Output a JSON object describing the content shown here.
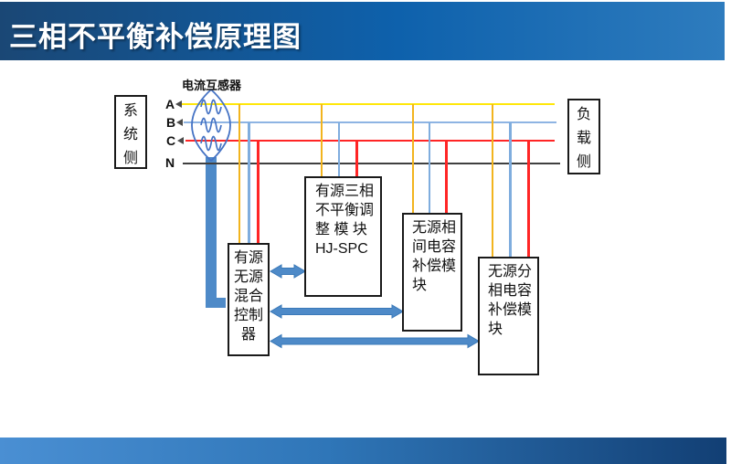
{
  "title": "三相不平衡补偿原理图",
  "diagram": {
    "transformer_label": "电流互感器",
    "system_side_label": "系\n统\n侧",
    "load_side_label": "负\n载\n侧",
    "phases": [
      {
        "label": "A",
        "color": "#FFE70A"
      },
      {
        "label": "B",
        "color": "#8EB4E3"
      },
      {
        "label": "C",
        "color": "#FF2525"
      },
      {
        "label": "N",
        "color": "#404040"
      }
    ],
    "modules": [
      {
        "id": "hybrid-controller",
        "label": "有源\n无源\n混合\n控制\n器"
      },
      {
        "id": "three-phase-adjust",
        "label": "有源三相\n不平衡调\n整 模 块\nHJ-SPC"
      },
      {
        "id": "interphase-capacitor",
        "label": "无源相\n间电容\n补偿模\n块"
      },
      {
        "id": "split-phase-capacitor",
        "label": "无源分\n相电容\n补偿模\n块"
      }
    ],
    "accent_colors": {
      "arrow_fill": "#4E8AC8",
      "arrow_stroke": "#3A79B8",
      "transformer_stroke": "#4472C4",
      "drop_gold": "#F2B41E",
      "drop_blue": "#7FADDE",
      "drop_red": "#FF2525",
      "title_bar_left": "#1A4775",
      "title_bar_right": "#2E7CBE",
      "bottom_band_left": "#4A8FD3",
      "bottom_band_right": "#123F74"
    }
  }
}
